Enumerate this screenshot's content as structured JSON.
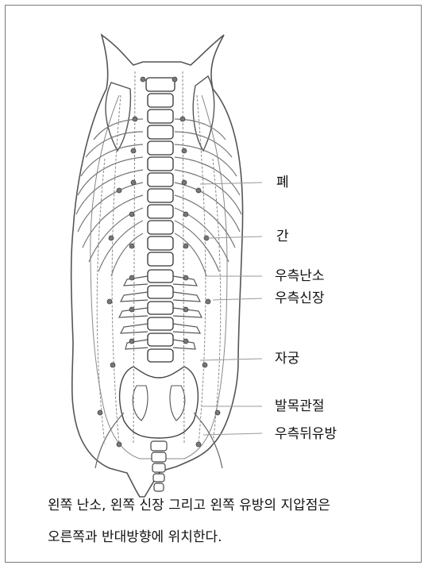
{
  "labels": {
    "lung": "폐",
    "liver": "간",
    "right_ovary": "우측난소",
    "right_kidney": "우측신장",
    "uterus": "자궁",
    "ankle_joint": "발목관절",
    "right_rear_breast": "우측뒤유방"
  },
  "caption": {
    "line1": "왼쪽 난소, 왼쪽 신장 그리고 왼쪽 유방의 지압점은",
    "line2": "오른쪽과 반대방향에 위치한다."
  }
}
